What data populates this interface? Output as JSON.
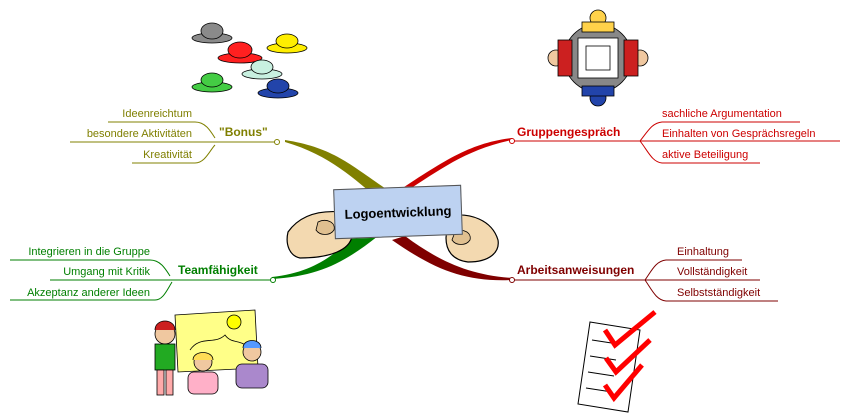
{
  "center": {
    "label": "Logoentwicklung",
    "card_color": "#bdd2f1"
  },
  "branches": {
    "bonus": {
      "label": "\"Bonus\"",
      "color": "#7f7f00",
      "items": [
        "Ideenreichtum",
        "besondere Aktivitäten",
        "Kreativität"
      ]
    },
    "gruppengespraech": {
      "label": "Gruppengespräch",
      "color": "#cc0000",
      "items": [
        "sachliche Argumentation",
        "Einhalten von Gesprächsregeln",
        "aktive Beteiligung"
      ]
    },
    "teamfaehigkeit": {
      "label": "Teamfähigkeit",
      "color": "#007f00",
      "items": [
        "Integrieren in die Gruppe",
        "Umgang mit Kritik",
        "Akzeptanz anderer Ideen"
      ]
    },
    "arbeitsanweisungen": {
      "label": "Arbeitsanweisungen",
      "color": "#7f0000",
      "items": [
        "Einhaltung",
        "Vollständigkeit",
        "Selbstständigkeit"
      ]
    }
  },
  "clipart": {
    "bonus": "colorful-hats-icon",
    "gruppengespraech": "group-meeting-table-icon",
    "teamfaehigkeit": "children-painting-icon",
    "arbeitsanweisungen": "checklist-icon"
  }
}
